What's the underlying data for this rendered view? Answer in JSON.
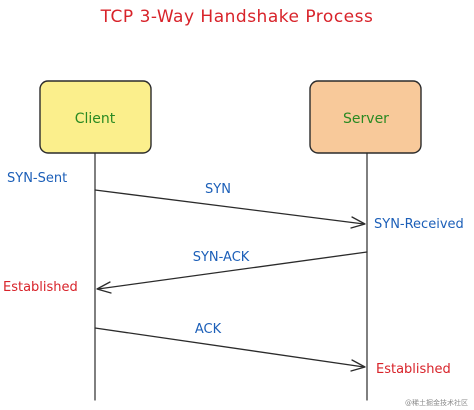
{
  "title": "TCP 3-Way Handshake Process",
  "participants": {
    "client": {
      "label": "Client",
      "fill": "#fbef8c"
    },
    "server": {
      "label": "Server",
      "fill": "#f8c99a"
    }
  },
  "messages": [
    {
      "label": "SYN",
      "from": "client",
      "to": "server"
    },
    {
      "label": "SYN-ACK",
      "from": "server",
      "to": "client"
    },
    {
      "label": "ACK",
      "from": "client",
      "to": "server"
    }
  ],
  "states": {
    "client_syn_sent": "SYN-Sent",
    "server_syn_received": "SYN-Received",
    "client_established": "Established",
    "server_established": "Established"
  },
  "watermark": "@稀土掘金技术社区",
  "colors": {
    "title": "#d8232a",
    "message_label": "#1c5fb8",
    "established": "#d8232a",
    "participant_label": "#2a8a22"
  }
}
